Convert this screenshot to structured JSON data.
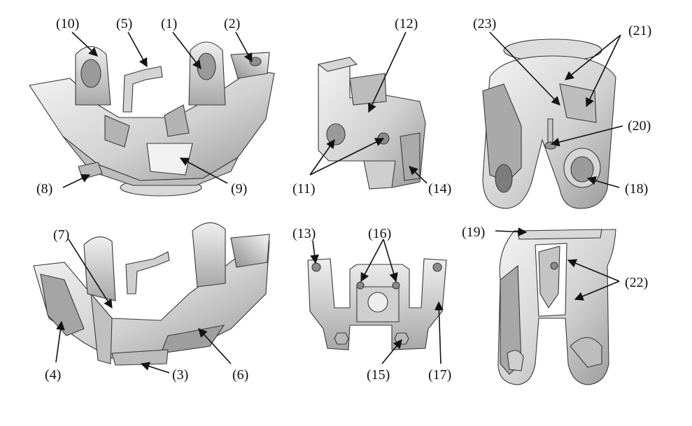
{
  "labels": {
    "l1": "(1)",
    "l2": "(2)",
    "l3": "(3)",
    "l4": "(4)",
    "l5": "(5)",
    "l6": "(6)",
    "l7": "(7)",
    "l8": "(8)",
    "l9": "(9)",
    "l10": "(10)",
    "l11": "(11)",
    "l12": "(12)",
    "l13": "(13)",
    "l14": "(14)",
    "l15": "(15)",
    "l16": "(16)",
    "l17": "(17)",
    "l18": "(18)",
    "l19": "(19)",
    "l20": "(20)",
    "l21": "(21)",
    "l22": "(22)",
    "l23": "(23)"
  },
  "colors": {
    "metal_light": "#e9e9e9",
    "metal_mid": "#c8c8c8",
    "metal_dark": "#8f8f8f",
    "outline": "#3a3a3a"
  }
}
